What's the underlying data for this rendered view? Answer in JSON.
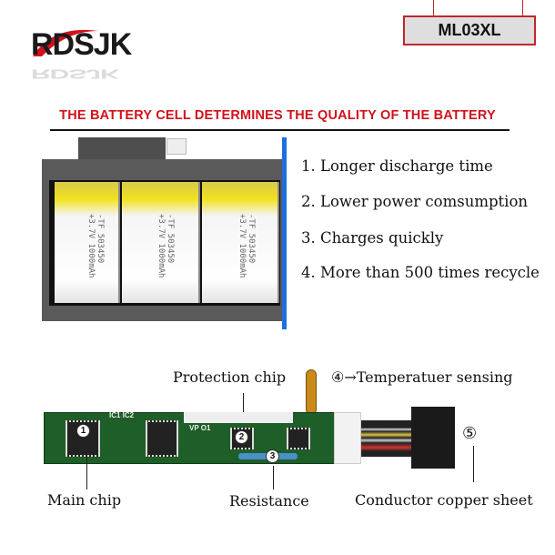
{
  "brand": {
    "logo_text": "RDSJK"
  },
  "model_label": "ML03XL",
  "heading": "THE BATTERY CELL DETERMINES THE QUALITY OF THE BATTERY",
  "battery": {
    "cell_lines": [
      "-TF",
      "+3.7V",
      "503450",
      "1000mAh"
    ]
  },
  "features": [
    "1. Longer discharge time",
    "2. Lower power comsumption",
    "3. Charges quickly",
    "4. More than 500 times recycle"
  ],
  "pcb": {
    "callouts": {
      "protection_chip": "Protection chip",
      "temperature": "④→Temperatuer sensing",
      "main_chip": "Main chip",
      "resistance": "Resistance",
      "conductor": "Conductor copper sheet",
      "marker_5": "⑤"
    },
    "markers": [
      "1",
      "2",
      "3"
    ],
    "silkscreen": [
      "IC1 IC2",
      "VP O1"
    ]
  },
  "colors": {
    "accent_red": "#d0121b",
    "battery_blue": "#1f6ee0",
    "pcb_green": "#1e5e28"
  }
}
